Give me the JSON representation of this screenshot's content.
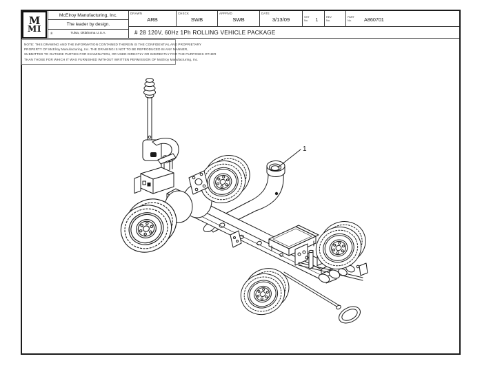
{
  "colors": {
    "ink": "#1a1a1a",
    "background": "#ffffff"
  },
  "sheet": {
    "logo": {
      "top": "M",
      "bottom": "MI"
    },
    "company": {
      "name": "McElroy Manufacturing, Inc.",
      "tagline": "The leader by design.",
      "registered": "®",
      "location": "Tulsa, Oklahoma U.S.A."
    },
    "title_block": {
      "fields": [
        {
          "label": "DRAWN",
          "value": "ARB"
        },
        {
          "label": "CHECK",
          "value": "SWB"
        },
        {
          "label": "APPRVD",
          "value": "SWB"
        },
        {
          "label": "DATE",
          "value": "3/13/09"
        },
        {
          "label": "SHT",
          "label2": "No.",
          "value": "1"
        },
        {
          "label": "REV",
          "label2": "No.",
          "value": ""
        },
        {
          "label": "PART",
          "label2": "No.",
          "value": "A860701"
        }
      ],
      "drawing_title": "# 28 120V, 60Hz 1Ph ROLLING VEHICLE PACKAGE"
    },
    "note": {
      "lines": [
        "NOTE: THIS DRAWING AND THE INFORMATION CONTAINED THEREIN IS THE CONFIDENTIAL AND PROPRIETARY",
        "PROPERTY OF McElroy Manufacturing, Inc. THE DRAWING IS NOT TO BE REPRODUCED IN ANY MANNER,",
        "SUBMITTED TO OUTSIDE PARTIES FOR EXAMINATION, OR USED DIRECTLY OR INDIRECTLY FOR THE PURPOSES OTHER",
        "THAN THOSE FOR WHICH IT WAS FURNISHED WITHOUT WRITTEN PERMISSION OF McElroy Manufacturing, Inc."
      ]
    },
    "drawing": {
      "callouts": [
        {
          "id": "1"
        }
      ]
    }
  }
}
